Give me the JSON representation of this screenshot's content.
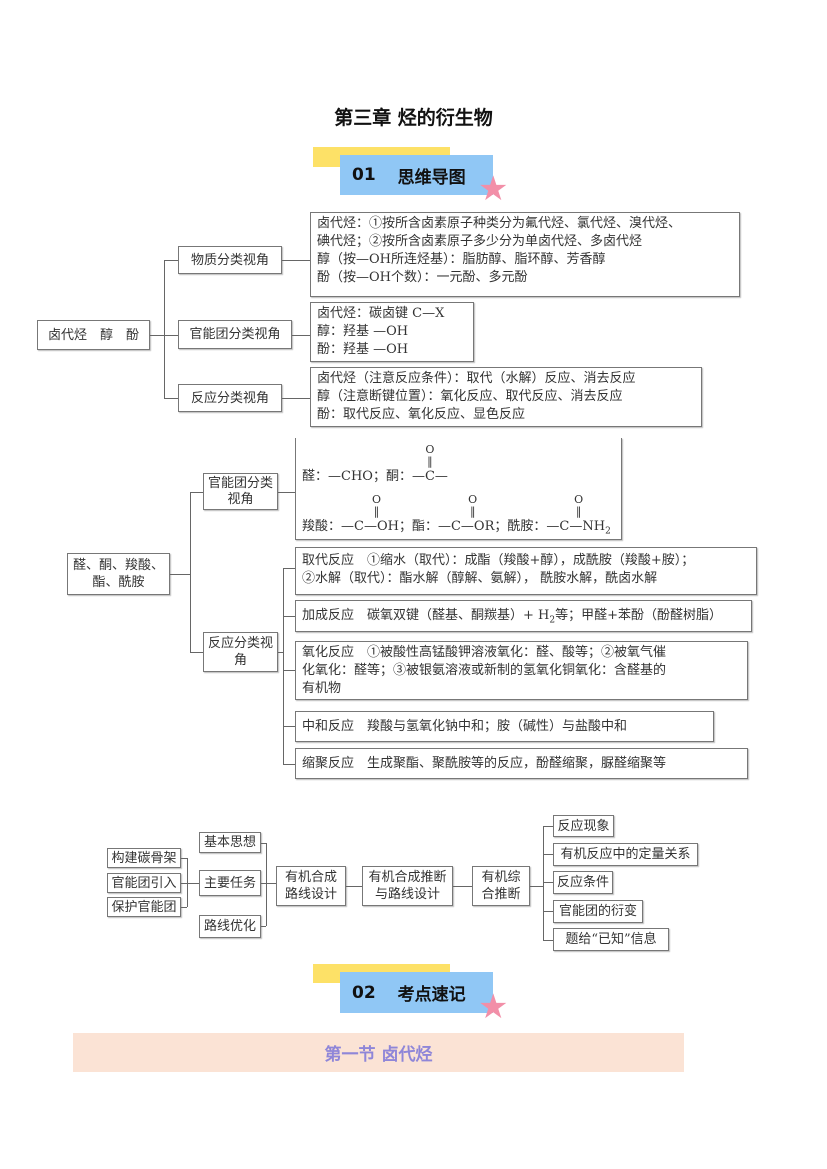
{
  "title": "第三章  烃的衍生物",
  "badge1": {
    "num": "01",
    "label": "思维导图"
  },
  "badge2": {
    "num": "02",
    "label": "考点速记"
  },
  "section_title": "第一节  卤代烃",
  "map1": {
    "root": "卤代烃　醇　酚",
    "branches": [
      "物质分类视角",
      "官能团分类视角",
      "反应分类视角"
    ],
    "detail1": [
      "卤代烃：①按所含卤素原子种类分为氟代烃、氯代烃、溴代烃、",
      "碘代烃；②按所含卤素原子多少分为单卤代烃、多卤代烃",
      "醇（按—OH所连烃基）：脂肪醇、脂环醇、芳香醇",
      "酚（按—OH个数）：一元酚、多元酚"
    ],
    "detail2": [
      "卤代烃：碳卤键  C—X",
      "醇：羟基  —OH",
      "酚：羟基  —OH"
    ],
    "detail3": [
      "卤代烃（注意反应条件）：取代（水解）反应、消去反应",
      "醇（注意断键位置）：氧化反应、取代反应、消去反应",
      "酚：取代反应、氧化反应、显色反应"
    ]
  },
  "map2": {
    "root": "醛、酮、羧酸、酯、酰胺",
    "branch1": "官能团分类视角",
    "branch2": "反应分类视角",
    "fg": {
      "ald_label": "醛：—CHO；酮：",
      "ketone": "—C—",
      "o": "O",
      "acid_label": "羧酸：",
      "acid": "—C—OH；",
      "ester_label": "酯：",
      "ester": "—C—OR；",
      "amide_label": "酰胺：",
      "amide": "—C—NH",
      "amide_sub": "2"
    },
    "reactions": [
      {
        "lines": [
          "取代反应　①缩水（取代）：成酯（羧酸+醇），成酰胺（羧酸+胺）；",
          "②水解（取代）：酯水解（醇解、氨解）， 酰胺水解，酰卤水解"
        ]
      },
      {
        "pre": "加成反应　碳氧双键（醛基、酮羰基）+ H",
        "sub": "2",
        "post": "等；甲醛+苯酚（酚醛树脂）"
      },
      {
        "lines": [
          "氧化反应　①被酸性高锰酸钾溶液氧化：醛、酸等；②被氧气催",
          "化氧化：醛等；③被银氨溶液或新制的氢氧化铜氧化：含醛基的",
          "有机物"
        ]
      },
      {
        "lines": [
          "中和反应　羧酸与氢氧化钠中和；胺（碱性）与盐酸中和"
        ]
      },
      {
        "lines": [
          "缩聚反应　生成聚酯、聚酰胺等的反应，酚醛缩聚，脲醛缩聚等"
        ]
      }
    ]
  },
  "map3": {
    "left": [
      "构建碳骨架",
      "官能团引入",
      "保护官能团"
    ],
    "mid": [
      "基本思想",
      "主要任务",
      "路线优化"
    ],
    "synth": "有机合成路线设计",
    "center": "有机合成推断与路线设计",
    "infer": "有机综合推断",
    "right": [
      "反应现象",
      "有机反应中的定量关系",
      "反应条件",
      "官能团的衍变",
      "题给“已知”信息"
    ]
  },
  "colors": {
    "yellow": "#fde167",
    "blue": "#90c7f5",
    "star": "#f28fa8",
    "section_bg": "#fbe3d5",
    "section_text": "#8f86d8"
  }
}
